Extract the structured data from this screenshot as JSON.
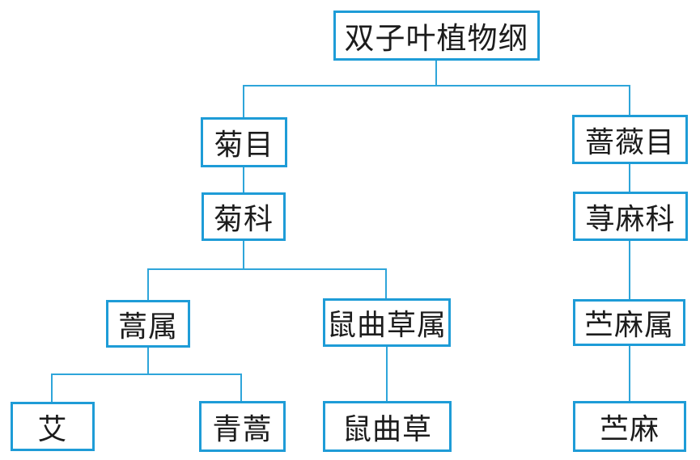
{
  "diagram": {
    "title_hint": "plant taxonomy tree",
    "line_color": "#2ea5da",
    "box_border_color": "#1e9cd7",
    "text_color": "#1c1c1c",
    "background_color": "#ffffff",
    "nodes": [
      {
        "id": "class-dicotyledoneae",
        "label": "双子叶植物纲",
        "rank": "纲",
        "parent": null
      },
      {
        "id": "order-asterales",
        "label": "菊目",
        "rank": "目",
        "parent": "双子叶植物纲"
      },
      {
        "id": "order-rosales",
        "label": "蔷薇目",
        "rank": "目",
        "parent": "双子叶植物纲"
      },
      {
        "id": "family-asteraceae",
        "label": "菊科",
        "rank": "科",
        "parent": "菊目"
      },
      {
        "id": "family-urticaceae",
        "label": "荨麻科",
        "rank": "科",
        "parent": "蔷薇目"
      },
      {
        "id": "genus-artemisia",
        "label": "蒿属",
        "rank": "属",
        "parent": "菊科"
      },
      {
        "id": "genus-gnaphalium",
        "label": "鼠曲草属",
        "rank": "属",
        "parent": "菊科"
      },
      {
        "id": "genus-boehmeria",
        "label": "苎麻属",
        "rank": "属",
        "parent": "荨麻科"
      },
      {
        "id": "species-ai",
        "label": "艾",
        "rank": "种",
        "parent": "蒿属"
      },
      {
        "id": "species-qinghao",
        "label": "青蒿",
        "rank": "种",
        "parent": "蒿属"
      },
      {
        "id": "species-shuqucao",
        "label": "鼠曲草",
        "rank": "种",
        "parent": "鼠曲草属"
      },
      {
        "id": "species-zhuma",
        "label": "苎麻",
        "rank": "种",
        "parent": "苎麻属"
      }
    ]
  }
}
